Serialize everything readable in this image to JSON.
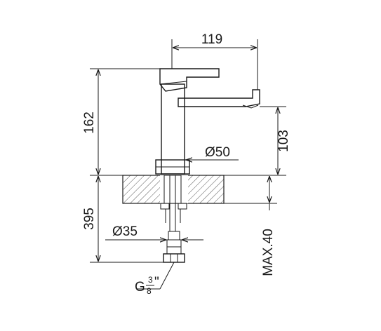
{
  "dimensions": {
    "spout_reach": "119",
    "total_height": "162",
    "spout_height": "103",
    "base_diameter": "Ø50",
    "shank_length": "395",
    "hose_diameter": "Ø35",
    "max_thickness": "MAX.40",
    "thread_prefix": "G",
    "thread_num": "3",
    "thread_den": "8",
    "thread_suffix": "\""
  }
}
